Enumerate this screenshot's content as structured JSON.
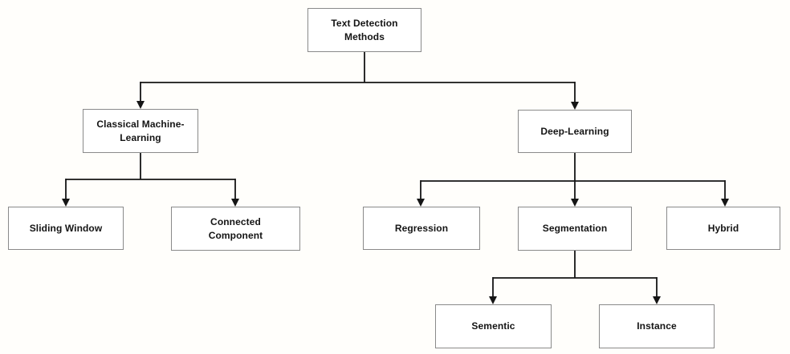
{
  "diagram": {
    "title": "Text Detection Methods taxonomy",
    "colors": {
      "box_border": "#8a8a8a",
      "box_fill": "#ffffff",
      "connector": "#151515",
      "text": "#141414",
      "background": "#fffefb"
    },
    "nodes": {
      "root": {
        "label": "Text Detection\nMethods"
      },
      "classical": {
        "label": "Classical Machine-\nLearning"
      },
      "deep": {
        "label": "Deep-Learning"
      },
      "sliding": {
        "label": "Sliding Window"
      },
      "connected": {
        "label": "Connected\nComponent"
      },
      "regression": {
        "label": "Regression"
      },
      "segmentation": {
        "label": "Segmentation"
      },
      "hybrid": {
        "label": "Hybrid"
      },
      "sementic": {
        "label": "Sementic"
      },
      "instance": {
        "label": "Instance"
      }
    },
    "edges": [
      {
        "from": "root",
        "to": "classical"
      },
      {
        "from": "root",
        "to": "deep"
      },
      {
        "from": "classical",
        "to": "sliding"
      },
      {
        "from": "classical",
        "to": "connected"
      },
      {
        "from": "deep",
        "to": "regression"
      },
      {
        "from": "deep",
        "to": "segmentation"
      },
      {
        "from": "deep",
        "to": "hybrid"
      },
      {
        "from": "segmentation",
        "to": "sementic"
      },
      {
        "from": "segmentation",
        "to": "instance"
      }
    ]
  }
}
